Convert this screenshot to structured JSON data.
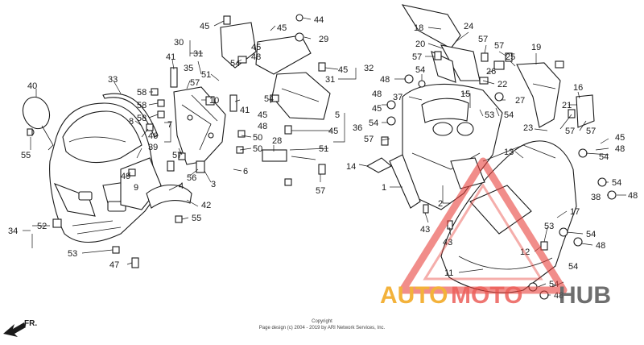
{
  "labels": {
    "n40": "40",
    "n55a": "55",
    "n33": "33",
    "n58a": "58",
    "n58b": "58",
    "n58c": "58",
    "n8": "8",
    "n7": "7",
    "n46": "46",
    "n39": "39",
    "n49": "49",
    "n9": "9",
    "n34": "34",
    "n52": "52",
    "n53a": "53",
    "n47": "47",
    "n41a": "41",
    "n57a": "57",
    "n35": "35",
    "n51a": "51",
    "n10": "10",
    "n41b": "41",
    "n45a": "45",
    "n30": "30",
    "n31a": "31",
    "n54a": "54",
    "n45b": "45",
    "n48a": "48",
    "n44": "44",
    "n45c": "45",
    "n29": "29",
    "n32": "32",
    "n45d": "45",
    "n31b": "31",
    "n54b": "54",
    "n45e": "45",
    "n48b": "48",
    "n5": "5",
    "n36": "36",
    "n45f": "45",
    "n51b": "51",
    "n50a": "50",
    "n50b": "50",
    "n57b": "57",
    "n56": "56",
    "n3": "3",
    "n6": "6",
    "n28": "28",
    "n57c": "57",
    "n4": "4",
    "n42": "42",
    "n55b": "55",
    "n18": "18",
    "n24": "24",
    "n20": "20",
    "n57d": "57",
    "n57e": "57",
    "n57f": "57",
    "n25": "25",
    "n19": "19",
    "n26": "26",
    "n48c": "48",
    "n54c": "54",
    "n22": "22",
    "n37": "37",
    "n15": "15",
    "n48d": "48",
    "n45g": "45",
    "n54d": "54",
    "n27": "27",
    "n16": "16",
    "n21": "21",
    "n53b": "53",
    "n54e": "54",
    "n23": "23",
    "n57g": "57",
    "n57h": "57",
    "n45h": "45",
    "n48e": "48",
    "n54f": "54",
    "n57i": "57",
    "n14": "14",
    "n13": "13",
    "n1": "1",
    "n2": "2",
    "n43a": "43",
    "n43b": "43",
    "n54g": "54",
    "n38": "38",
    "n48f": "48",
    "n17": "17",
    "n53c": "53",
    "n54h": "54",
    "n48g": "48",
    "n12": "12",
    "n11": "11",
    "n54i": "54",
    "n48h": "48",
    "n54j": "54"
  },
  "copyright": {
    "line1": "Copyright",
    "line2": "Page design (c) 2004 - 2019 by ARI Network Services, Inc."
  },
  "direction": {
    "label": "FR."
  },
  "watermark": {
    "part1": "AUTO",
    "part2": "MOTO",
    "part3": "HUB"
  },
  "colors": {
    "line": "#1a1a1a",
    "watermark_orange": "#f2a51a",
    "watermark_red": "#e8423c",
    "watermark_gray": "#555555"
  }
}
